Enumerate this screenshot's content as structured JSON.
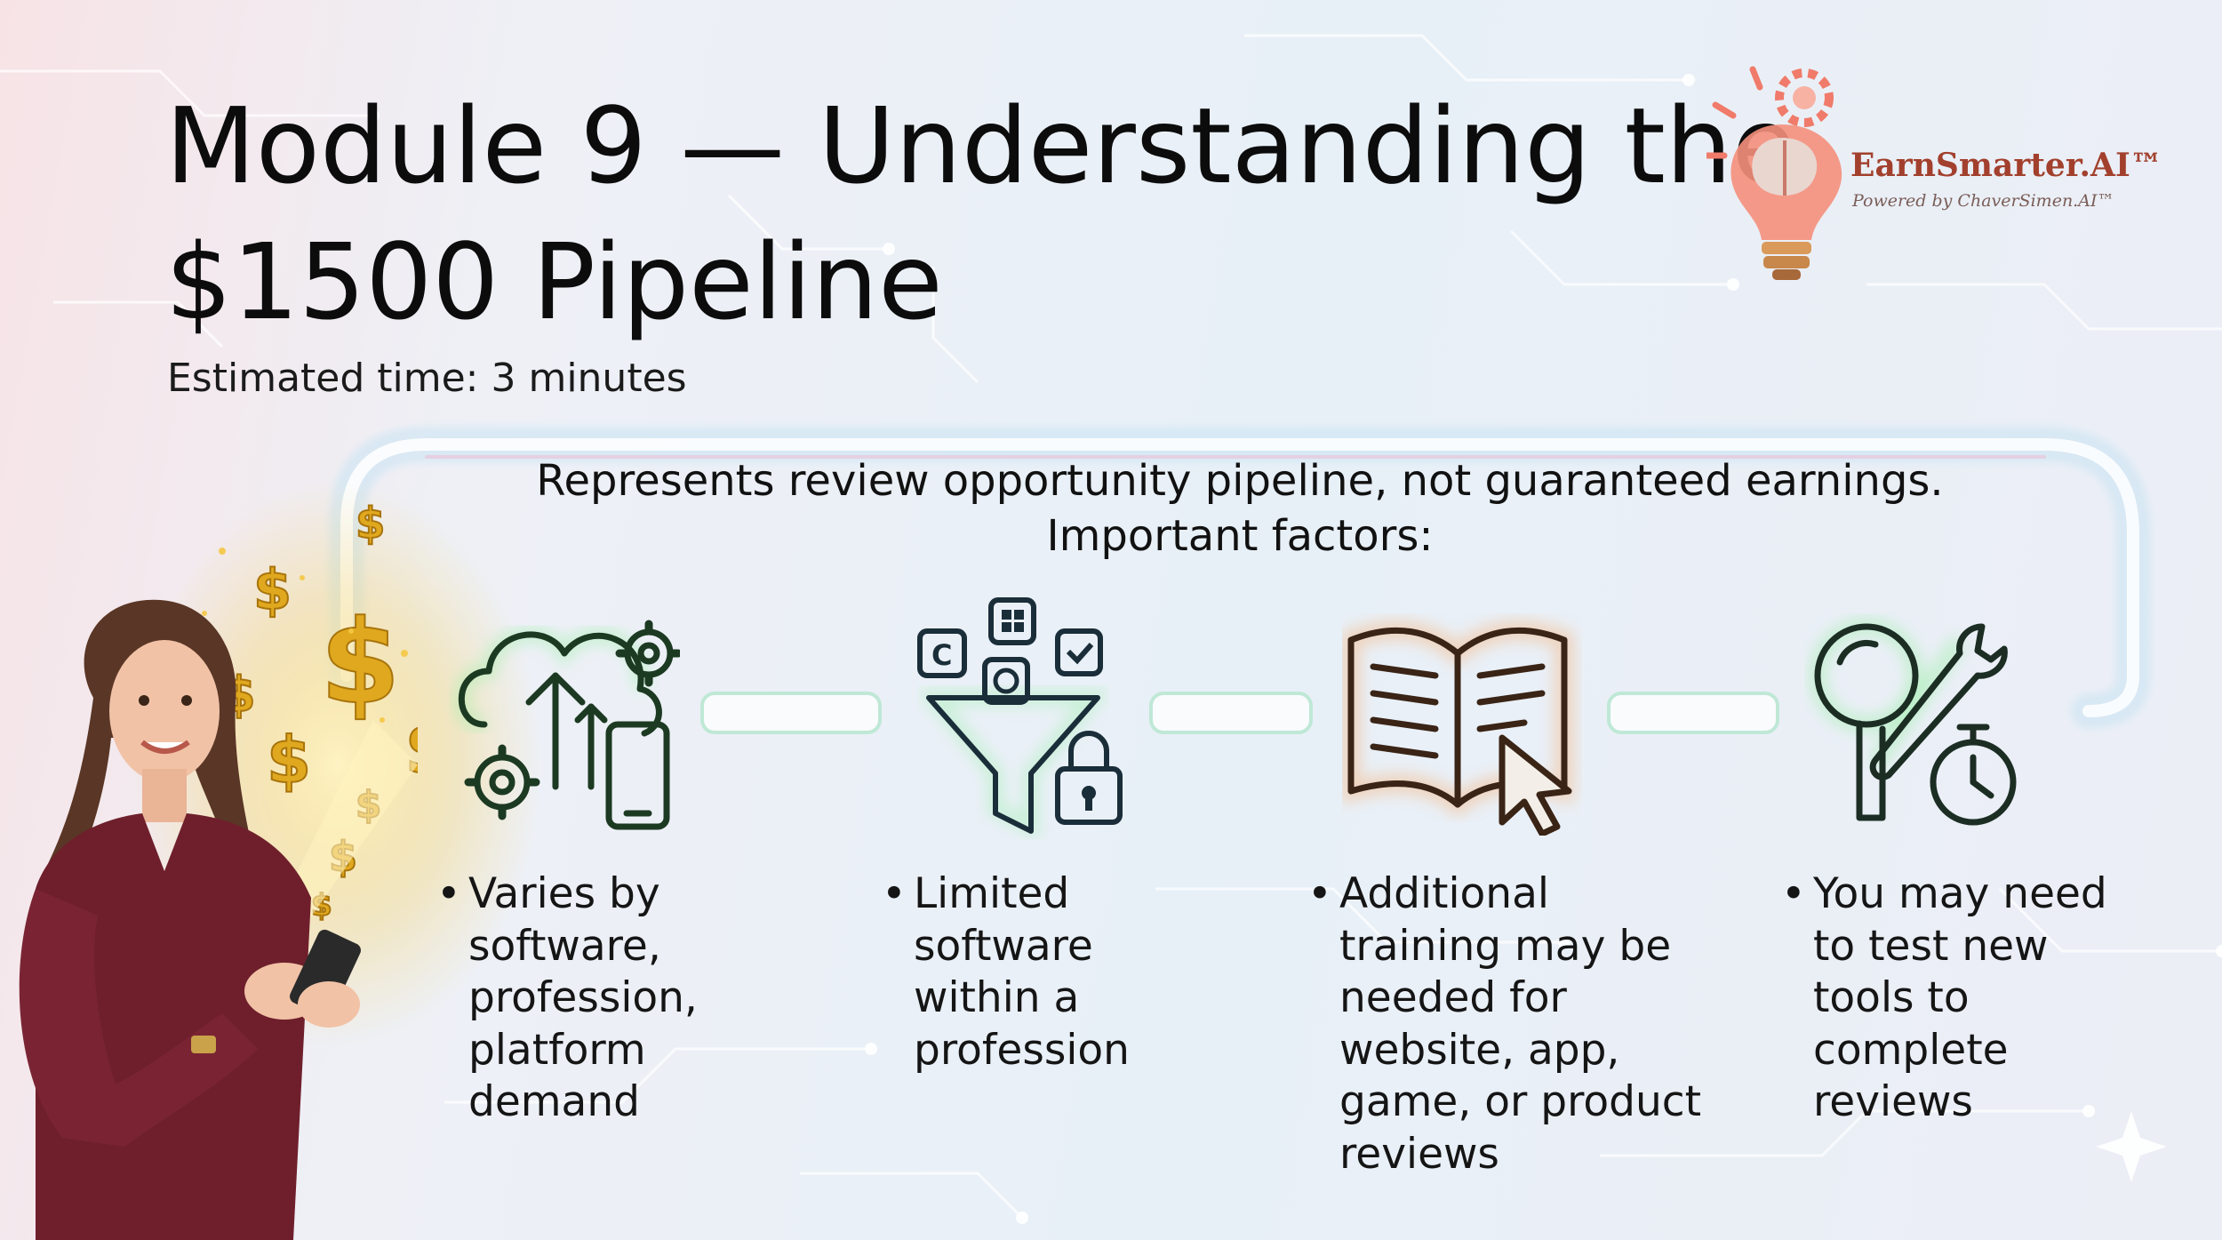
{
  "header": {
    "title_line1": "Module 9 — Understanding the",
    "title_line2": "$1500 Pipeline",
    "subtitle": "Estimated time: 3 minutes"
  },
  "brand": {
    "name": "EarnSmarter.AI™",
    "tagline": "Powered by ChaverSimen.AI™",
    "color": "#a2402d",
    "icon": "lightbulb-brain-gear-icon"
  },
  "intro": {
    "line1": "Represents review opportunity pipeline, not guaranteed earnings.",
    "line2": "Important factors:"
  },
  "factors": [
    {
      "icon": "cloud-upload-gears-phone-icon",
      "lines": [
        "Varies by",
        "software,",
        "profession,",
        "platform",
        "demand"
      ]
    },
    {
      "icon": "apps-funnel-lock-icon",
      "lines": [
        "Limited",
        "software",
        "within a",
        "profession"
      ]
    },
    {
      "icon": "open-book-cursor-icon",
      "lines": [
        "Additional",
        "training may be",
        "needed for",
        "website, app,",
        "game, or product",
        "reviews"
      ]
    },
    {
      "icon": "magnifier-wrench-stopwatch-icon",
      "lines": [
        "You may need",
        "to test new",
        "tools to",
        "complete",
        "reviews"
      ]
    }
  ],
  "colors": {
    "green_glow": "#4ed26a",
    "orange_glow": "#f0a15a",
    "pipe": "#cfe4ef",
    "gold": "#e8b526"
  }
}
